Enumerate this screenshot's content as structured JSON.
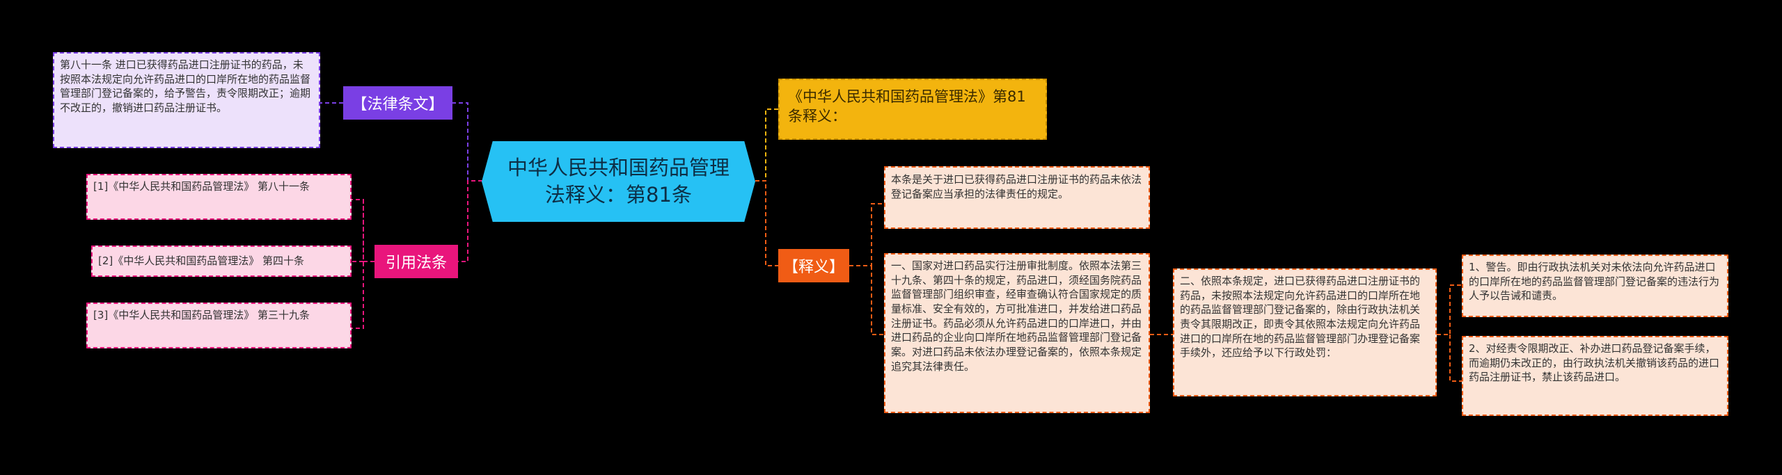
{
  "colors": {
    "background": "#000000",
    "central": "#26C1F4",
    "law_tag": "#7A3FE4",
    "cite_tag": "#E9157C",
    "interp_title": "#F3B40E",
    "interp_tag": "#F05C15",
    "lavender_box": "#EDE1FB",
    "pink_box": "#FCD7E6",
    "peach_box": "#FCE4D6"
  },
  "central": {
    "title": "中华人民共和国药品管理法释义：第81条"
  },
  "left": {
    "law": {
      "tag": "【法律条文】",
      "text": "第八十一条 进口已获得药品进口注册证书的药品，未按照本法规定向允许药品进口的口岸所在地的药品监督管理部门登记备案的，给予警告，责令限期改正；逾期不改正的，撤销进口药品注册证书。"
    },
    "citations": {
      "tag": "引用法条",
      "items": [
        "[1]《中华人民共和国药品管理法》 第八十一条",
        "[2]《中华人民共和国药品管理法》 第四十条",
        "[3]《中华人民共和国药品管理法》 第三十九条"
      ]
    }
  },
  "right": {
    "interp_title": "《中华人民共和国药品管理法》第81条释义：",
    "interp_tag": "【释义】",
    "summary": "本条是关于进口已获得药品进口注册证书的药品未依法登记备案应当承担的法律责任的规定。",
    "point_one": "一、国家对进口药品实行注册审批制度。依照本法第三十九条、第四十条的规定，药品进口，须经国务院药品监督管理部门组织审查，经审查确认符合国家规定的质量标准、安全有效的，方可批准进口，并发给进口药品注册证书。药品必须从允许药品进口的口岸进口，并由进口药品的企业向口岸所在地药品监督管理部门登记备案。对进口药品未依法办理登记备案的，依照本条规定追究其法律责任。",
    "point_two": "二、依照本条规定，进口已获得药品进口注册证书的药品，未按照本法规定向允许药品进口的口岸所在地的药品监督管理部门登记备案的，除由行政执法机关责令其限期改正，即责令其依照本法规定向允许药品进口的口岸所在地的药品监督管理部门办理登记备案手续外，还应给予以下行政处罚：",
    "penalties": [
      "1、警告。即由行政执法机关对未依法向允许药品进口的口岸所在地的药品监督管理部门登记备案的违法行为人予以告诫和谴责。",
      "2、对经责令限期改正、补办进口药品登记备案手续，而逾期仍未改正的，由行政执法机关撤销该药品的进口药品注册证书，禁止该药品进口。"
    ]
  }
}
